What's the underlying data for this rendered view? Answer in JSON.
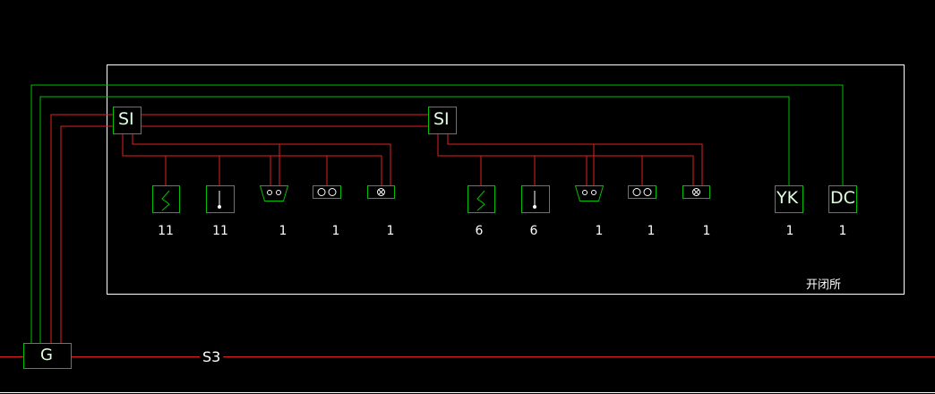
{
  "colors": {
    "background": "#000000",
    "frame": "#ffffff",
    "signal": "#00c000",
    "device": "#e02020",
    "text": "#ffffff"
  },
  "area_label": "开闭所",
  "line_label": "S3",
  "gateway": {
    "label": "G"
  },
  "controllers": [
    {
      "label": "SI"
    },
    {
      "label": "SI"
    }
  ],
  "devices": [
    {
      "icon": "smoke-detector-icon",
      "count": "11"
    },
    {
      "icon": "temperature-sensor-icon",
      "count": "11"
    },
    {
      "icon": "water-sensor-icon",
      "count": "1"
    },
    {
      "icon": "dual-detector-icon",
      "count": "1"
    },
    {
      "icon": "alarm-light-icon",
      "count": "1"
    },
    {
      "icon": "smoke-detector-icon",
      "count": "6"
    },
    {
      "icon": "temperature-sensor-icon",
      "count": "6"
    },
    {
      "icon": "water-sensor-icon",
      "count": "1"
    },
    {
      "icon": "dual-detector-icon",
      "count": "1"
    },
    {
      "icon": "alarm-light-icon",
      "count": "1"
    }
  ],
  "terminals": [
    {
      "label": "YK",
      "count": "1"
    },
    {
      "label": "DC",
      "count": "1"
    }
  ]
}
